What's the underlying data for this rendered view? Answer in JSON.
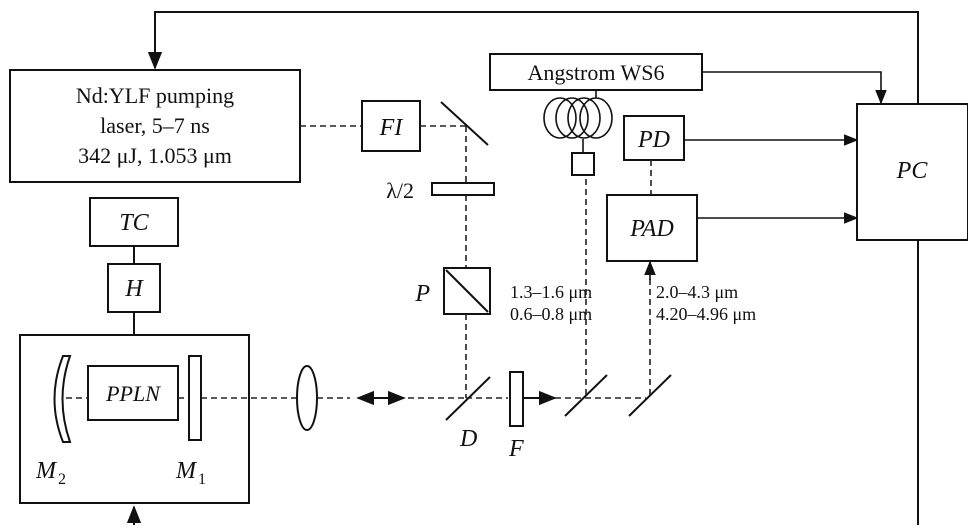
{
  "pump_laser": {
    "line1": "Nd:YLF pumping",
    "line2": "laser, 5–7 ns",
    "line3": "342 μJ, 1.053 μm"
  },
  "fi_label": "FI",
  "angstrom_label": "Angstrom WS6",
  "pd_label": "PD",
  "pc_label": "PC",
  "pad_label": "PAD",
  "tc_label": "TC",
  "h_label": "H",
  "ppln_label": "PPLN",
  "lambda_half_label": "λ/2",
  "polarizer_label": "P",
  "wl_signal": {
    "line1": "1.3–1.6 μm",
    "line2": "0.6–0.8 μm"
  },
  "wl_idler": {
    "line1": "2.0–4.3 μm",
    "line2": "4.20–4.96 μm"
  },
  "mirror_m2": {
    "letter": "M",
    "sub": "2"
  },
  "mirror_m1": {
    "letter": "M",
    "sub": "1"
  },
  "dichroic_label": "D",
  "filter_label": "F"
}
